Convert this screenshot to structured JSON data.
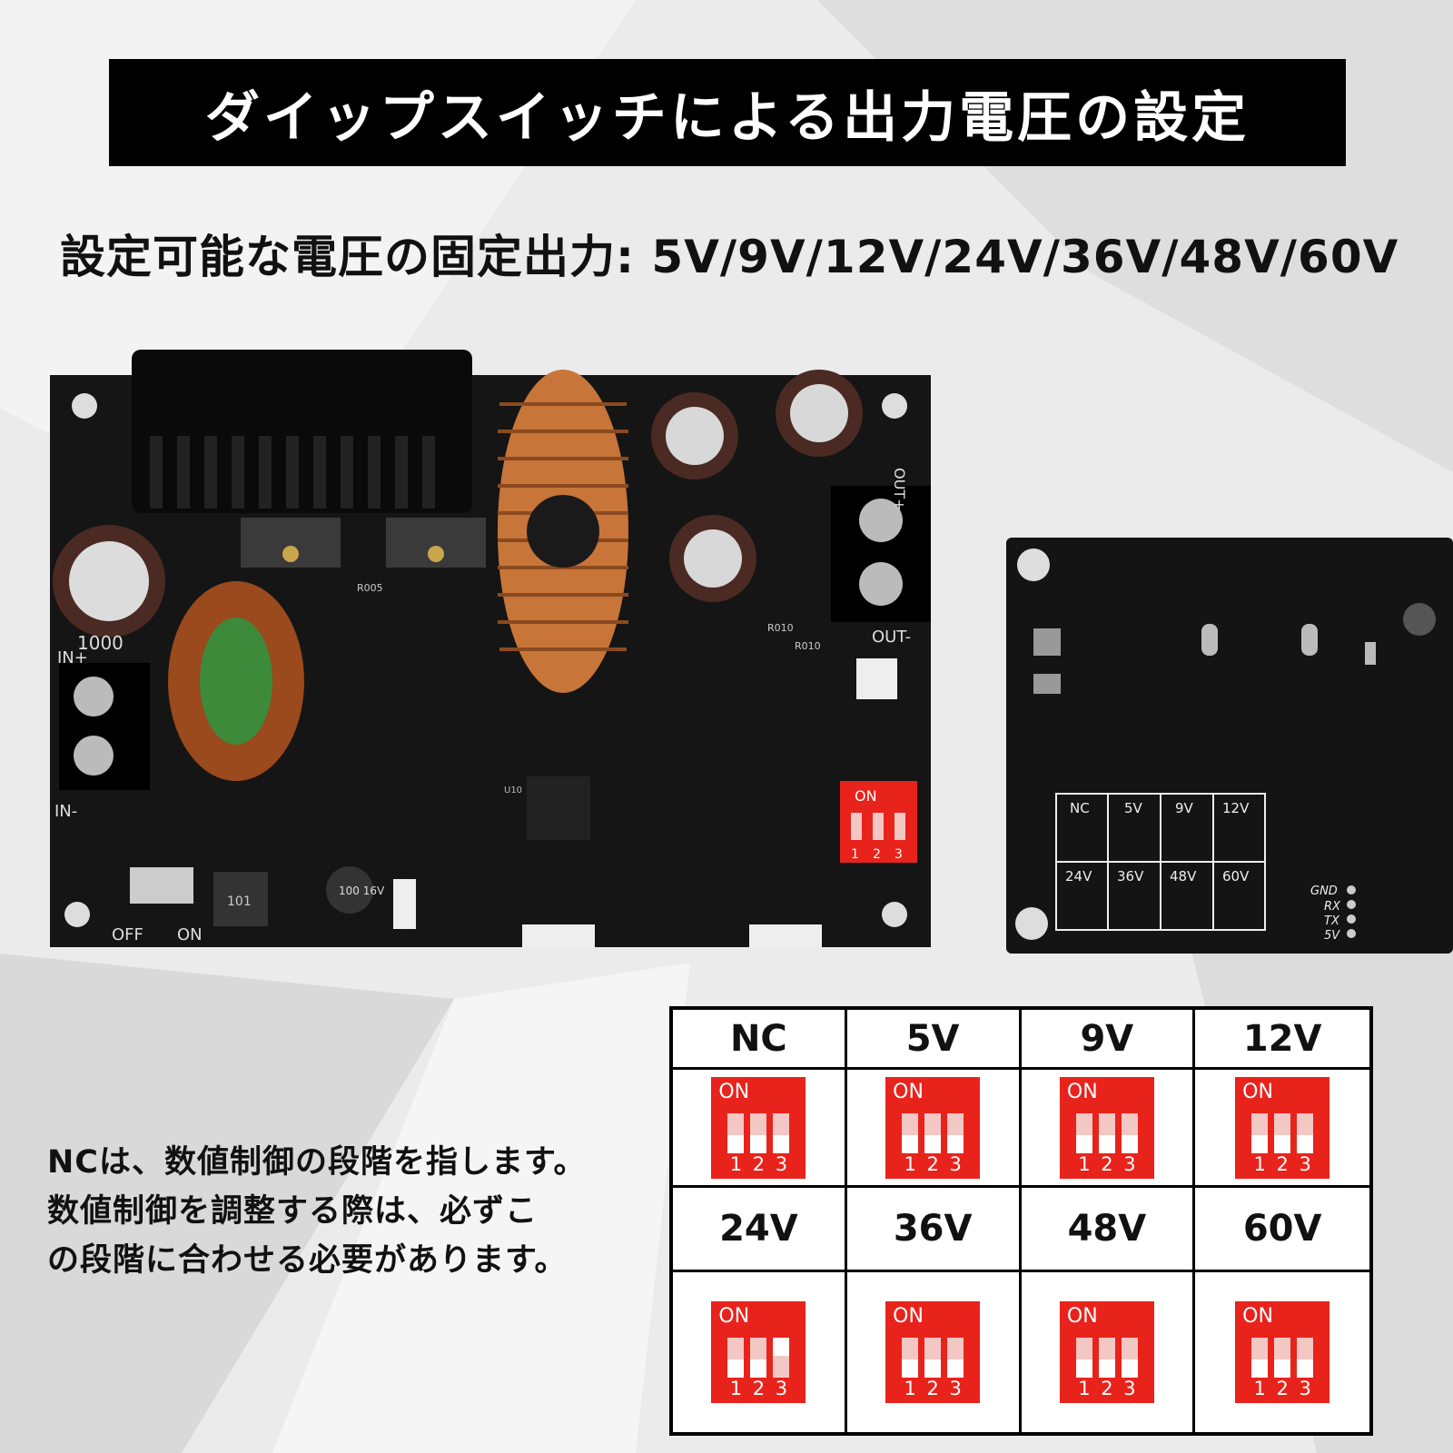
{
  "title": "ダイップスイッチによる出力電圧の設定",
  "subtitle": "設定可能な電圧の固定出力: 5V/9V/12V/24V/36V/48V/60V",
  "note_lines": [
    "NCは、数値制御の段階を指します。",
    "数値制御を調整する際は、必ずこ",
    "の段階に合わせる必要があります。"
  ],
  "board_labels": {
    "in_plus": "IN+",
    "in_minus": "IN-",
    "out_plus": "OUT+",
    "out_minus": "OUT-",
    "off": "OFF",
    "on": "ON",
    "dip_on": "ON",
    "cap1": "1000",
    "cap_small": "100 16V",
    "inductor": "101",
    "resistor": "R005",
    "rd1": "R010",
    "rd2": "R010",
    "chip": "U10",
    "dip_nums": [
      "1",
      "2",
      "3"
    ]
  },
  "back_labels": {
    "pins": [
      "GND",
      "RX",
      "TX",
      "5V"
    ],
    "mini_table": [
      "NC",
      "5V",
      "9V",
      "12V",
      "24V",
      "36V",
      "48V",
      "60V"
    ]
  },
  "table": {
    "on_label": "ON",
    "switch_numbers": [
      "1",
      "2",
      "3"
    ],
    "rows": [
      {
        "headers": [
          "NC",
          "5V",
          "9V",
          "12V"
        ],
        "states": [
          [
            0,
            0,
            0
          ],
          [
            0,
            0,
            0
          ],
          [
            0,
            0,
            0
          ],
          [
            0,
            0,
            0
          ]
        ]
      },
      {
        "headers": [
          "24V",
          "36V",
          "48V",
          "60V"
        ],
        "states": [
          [
            0,
            0,
            1
          ],
          [
            0,
            0,
            0
          ],
          [
            0,
            0,
            0
          ],
          [
            0,
            0,
            0
          ]
        ]
      }
    ]
  },
  "colors": {
    "dip_red": "#e8231c",
    "copper": "#c8753a",
    "pcb": "#151515"
  }
}
